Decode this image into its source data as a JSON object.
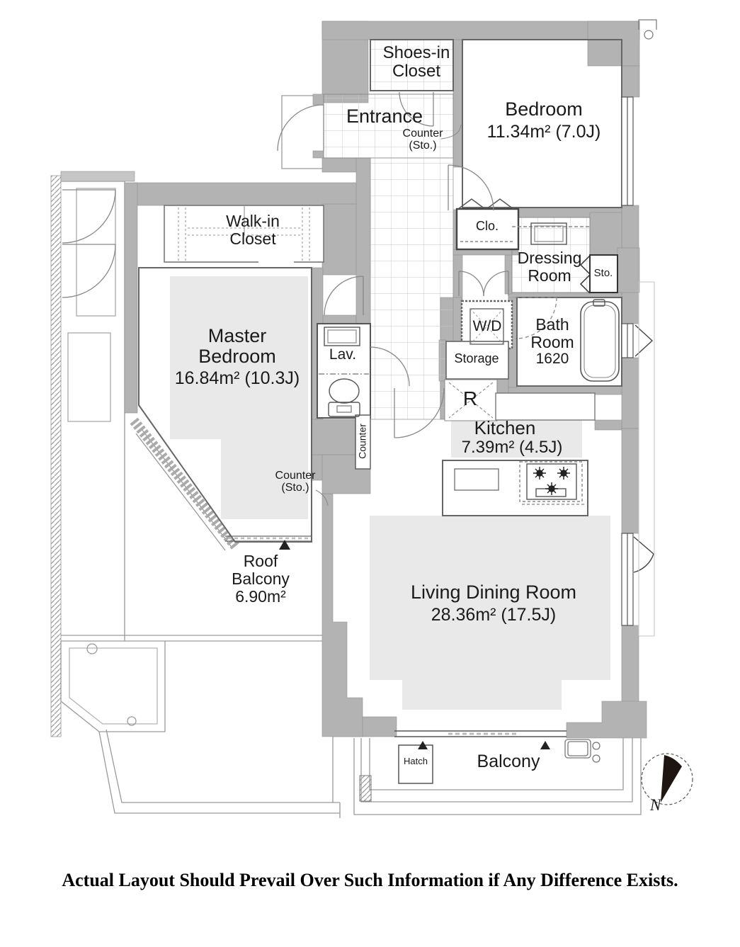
{
  "colors": {
    "wall_gray": "#b3b3b3",
    "room_label_bg": "#e9e9e9",
    "outline": "#666666",
    "tile_line": "#c9c9c9",
    "text": "#1a1a1a"
  },
  "plan": {
    "shoes_closet_l1": "Shoes-in",
    "shoes_closet_l2": "Closet",
    "entrance": "Entrance",
    "entrance_counter_l1": "Counter",
    "entrance_counter_l2": "(Sto.)",
    "bedroom_name": "Bedroom",
    "bedroom_area": "11.34m²  (7.0J)",
    "clo": "Clo.",
    "dressing_l1": "Dressing",
    "dressing_l2": "Room",
    "sto": "Sto.",
    "wd": "W/D",
    "bath_l1": "Bath",
    "bath_l2": "Room",
    "bath_size": "1620",
    "storage": "Storage",
    "fridge": "R",
    "kitchen_name": "Kitchen",
    "kitchen_area": "7.39m² (4.5J)",
    "walkin_l1": "Walk-in",
    "walkin_l2": "Closet",
    "master_l1": "Master",
    "master_l2": "Bedroom",
    "master_area": "16.84m²  (10.3J)",
    "lav": "Lav.",
    "counter_vertical": "Counter",
    "master_counter_l1": "Counter",
    "master_counter_l2": "(Sto.)",
    "roof_l1": "Roof",
    "roof_l2": "Balcony",
    "roof_area": "6.90m²",
    "living_name": "Living Dining Room",
    "living_area": "28.36m²  (17.5J)",
    "hatch": "Hatch",
    "balcony": "Balcony"
  },
  "compass": {
    "north": "N"
  },
  "footer": {
    "text": "Actual Layout Should Prevail Over Such Information if Any Difference Exists."
  }
}
